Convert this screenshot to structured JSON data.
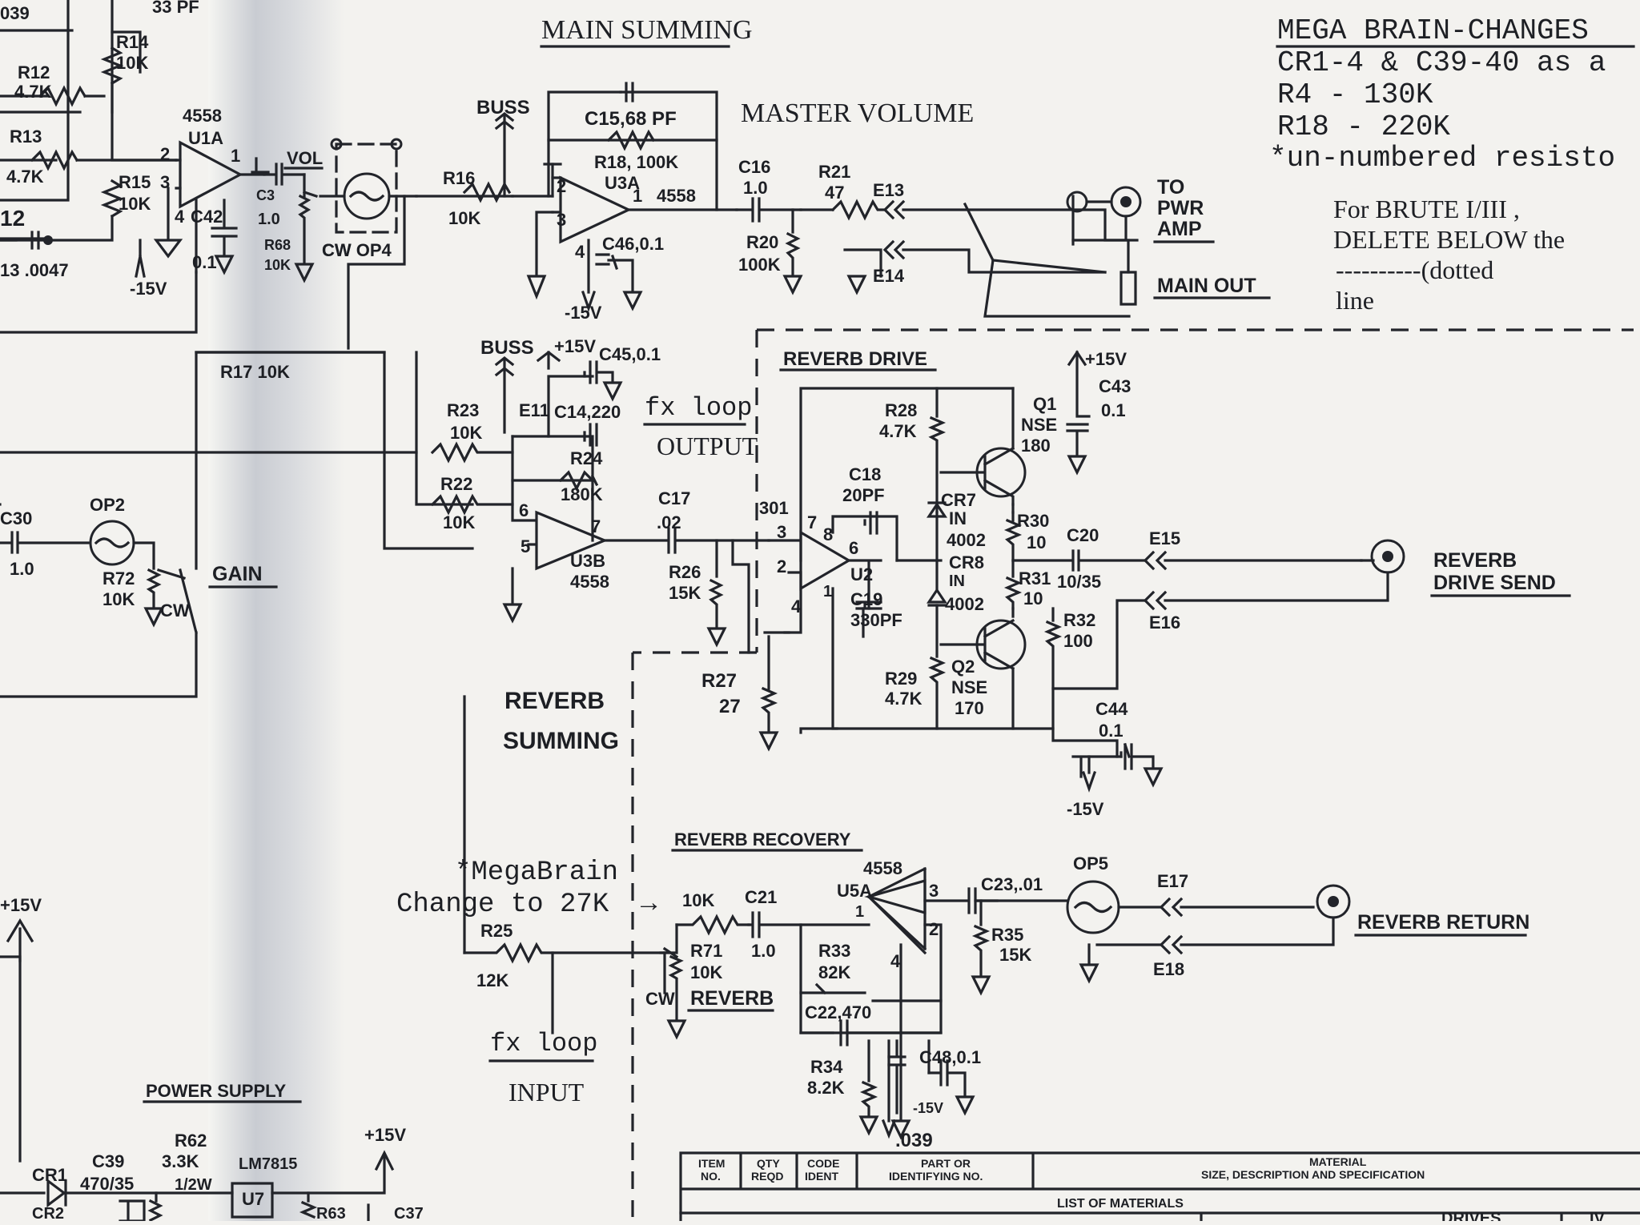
{
  "schematic": {
    "sections": {
      "main_summing": "MAIN SUMMING",
      "master_volume": "MASTER VOLUME",
      "reverb_drive": "REVERB DRIVE",
      "reverb_summing_1": "REVERB",
      "reverb_summing_2": "SUMMING",
      "reverb_recovery": "REVERB RECOVERY",
      "power_supply": "POWER SUPPLY"
    },
    "notes": {
      "megabrain": {
        "l1": "MEGA BRAIN-CHANGES",
        "l2": "CR1-4 & C39-40 as a",
        "l3": "R4 - 130K",
        "l4": "R18 - 220K",
        "l5": "*un-numbered resisto"
      },
      "brute": {
        "l1": "For BRUTE I/III ,",
        "l2": "DELETE BELOW the",
        "l3": "----------(dotted",
        "l4": "line"
      },
      "fx_output_1": "fx loop",
      "fx_output_2": "OUTPUT",
      "fx_input_1": "fx loop",
      "fx_input_2": "INPUT",
      "mb_change_1": "*MegaBrain",
      "mb_change_2": "Change to 27K",
      "mb_arrow": "→"
    },
    "labels": {
      "to_pwr_amp_1": "TO",
      "to_pwr_amp_2": "PWR",
      "to_pwr_amp_3": "AMP",
      "main_out": "MAIN OUT",
      "reverb_drive_send_1": "REVERB",
      "reverb_drive_send_2": "DRIVE SEND",
      "reverb_return": "REVERB RETURN",
      "buss_1": "BUSS",
      "buss_2": "BUSS",
      "vol": "VOL",
      "gain": "GAIN",
      "reverb_pot": "REVERB",
      "cw_1": "CW",
      "cw_2": "CW",
      "cw_3": "CW"
    },
    "components": {
      "c039": "039",
      "c33pf": "33 PF",
      "r14": "R14",
      "r14v": "10K",
      "r12": "R12",
      "r12v": "4.7K",
      "r13": "R13",
      "r13v": "4.7K",
      "r15": "R15",
      "r15v": "10K",
      "n12": "12",
      "n13": "13 .0047",
      "u1a_t": "4558",
      "u1a": "U1A",
      "c42": "C42",
      "c42v": "0.1",
      "m15_1": "-15V",
      "c3": "C3",
      "c3v": "1.0",
      "r68": "R68",
      "r68v": "10K",
      "op4": "CW OP4",
      "r16": "R16",
      "r16v": "10K",
      "c15": "C15,68 PF",
      "r18": "R18, 100K",
      "u3a": "U3A",
      "u3a_t": "4558",
      "c46": "C46,0.1",
      "m15_2": "-15V",
      "c16": "C16",
      "c16v": "1.0",
      "r21": "R21",
      "r21v": "47",
      "e13": "E13",
      "r20": "R20",
      "r20v": "100K",
      "e14": "E14",
      "r17": "R17 10K",
      "p15_1": "+15V",
      "c45": "C45,0.1",
      "e11": "E11",
      "c14": "C14,220",
      "r23": "R23",
      "r23v": "10K",
      "r24": "R24",
      "r24v": "180K",
      "r22": "R22",
      "r22v": "10K",
      "u3b": "U3B",
      "u3b_t": "4558",
      "c17": "C17",
      "c17v": ".02",
      "r26": "R26",
      "r26v": "15K",
      "c30": "C30",
      "c30v": "1.0",
      "op2": "OP2",
      "r72": "R72",
      "r72v": "10K",
      "r27": "R27",
      "r27v": "27",
      "p301": "301",
      "c18": "C18",
      "c18v": "20PF",
      "u2": "U2",
      "c19": "C19",
      "c19v": "330PF",
      "r28": "R28",
      "r28v": "4.7K",
      "q1": "Q1",
      "q1a": "NSE",
      "q1b": "180",
      "p15_2": "+15V",
      "c43": "C43",
      "c43v": "0.1",
      "cr7": "CR7",
      "cr7a": "IN",
      "cr7b": "4002",
      "r30": "R30",
      "r30v": "10",
      "c20": "C20",
      "c20v": "10/35",
      "e15": "E15",
      "cr8": "CR8",
      "cr8a": "IN",
      "cr8b": "4002",
      "r31": "R31",
      "r31v": "10",
      "e16": "E16",
      "r32": "R32",
      "r32v": "100",
      "q2": "Q2",
      "q2a": "NSE",
      "q2b": "170",
      "r29": "R29",
      "r29v": "4.7K",
      "c44": "C44",
      "c44v": "0.1",
      "m15_3": "-15V",
      "u5a_t": "4558",
      "u5a": "U5A",
      "r_10k": "10K",
      "c21": "C21",
      "c21v": "1.0",
      "c23": "C23,.01",
      "op5": "OP5",
      "e17": "E17",
      "r35": "R35",
      "r35v": "15K",
      "e18": "E18",
      "r25": "R25",
      "r25v": "12K",
      "r71": "R71",
      "r71v": "10K",
      "r33": "R33",
      "r33v": "82K",
      "c22": "C22,470",
      "r34": "R34",
      "r34v": "8.2K",
      "c48": "C48,0.1",
      "m15_4": "-15V",
      "c039b": ".039",
      "p15_3": "+15V",
      "p15_4": "+15V",
      "cr1": "CR1",
      "c39": "C39",
      "c39v": "470/35",
      "r62": "R62",
      "r62v": "3.3K",
      "r62w": "1/2W",
      "lm7815": "LM7815",
      "u7": "U7",
      "r63": "R63",
      "c37": "C37",
      "cr2": "CR2"
    },
    "title_block": {
      "item_no_1": "ITEM",
      "item_no_2": "NO.",
      "qty_1": "QTY",
      "qty_2": "REQD",
      "code_1": "CODE",
      "code_2": "IDENT",
      "part_1": "PART OR",
      "part_2": "IDENTIFYING NO.",
      "material_1": "MATERIAL",
      "material_2": "SIZE, DESCRIPTION AND SPECIFICATION",
      "list": "LIST OF MATERIALS",
      "bottom_1": "DRIVES",
      "bottom_2": "IV"
    }
  }
}
